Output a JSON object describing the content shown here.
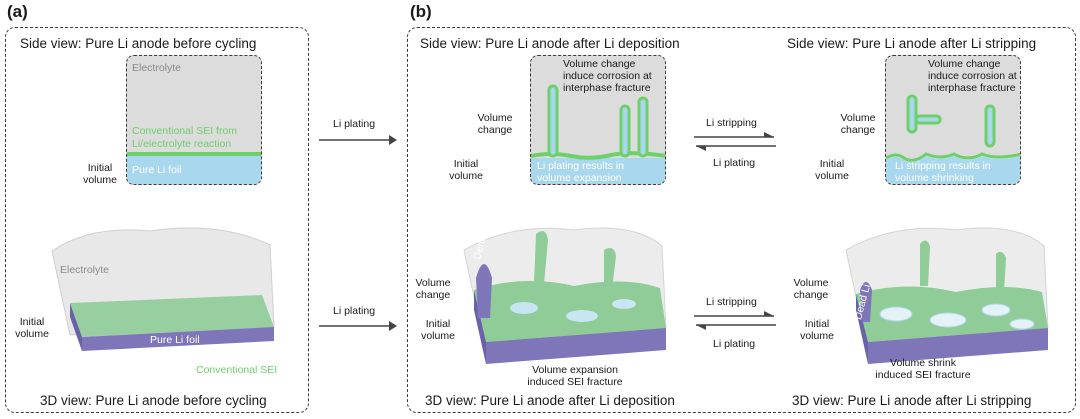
{
  "panel_a": {
    "letter": "(a)",
    "side_title": "Side view: Pure Li anode before cycling",
    "side_labels": {
      "electrolyte": "Electrolyte",
      "sei_line1": "Conventional SEI from",
      "sei_line2": "Li/electrolyte reaction",
      "foil": "Pure Li foil",
      "initial_line1": "Initial",
      "initial_line2": "volume"
    },
    "view3d_title": "3D view: Pure Li anode before cycling",
    "view3d_labels": {
      "electrolyte": "Electrolyte",
      "foil": "Pure Li foil",
      "sei": "Conventional SEI",
      "initial_line1": "Initial",
      "initial_line2": "volume"
    }
  },
  "arrow_plating": "Li plating",
  "panel_b": {
    "letter": "(b)",
    "dep_side_title": "Side view: Pure Li anode after Li deposition",
    "strip_side_title": "Side view: Pure Li anode after Li stripping",
    "dep_3d_title": "3D view: Pure Li anode after Li deposition",
    "strip_3d_title": "3D view: Pure Li anode after Li stripping",
    "volume_change_line1": "Volume",
    "volume_change_line2": "change",
    "initial_line1": "Initial",
    "initial_line2": "volume",
    "corrosion_line1": "Volume change",
    "corrosion_line2": "induce corrosion at",
    "corrosion_line3": "interphase fracture",
    "plating_result_line1": "Li plating results in",
    "plating_result_line2": "volume  expansion",
    "stripping_result_line1": "Li stripping results in",
    "stripping_result_line2": "volume  shrinking",
    "dendrite": "Dendrite",
    "dead_li": "Dead Li",
    "expansion_line1": "Volume expansion",
    "expansion_line2": "induced SEI fracture",
    "shrink_line1": "Volume shrink",
    "shrink_line2": "induced SEI fracture",
    "li_stripping": "Li stripping",
    "li_plating": "Li plating"
  },
  "colors": {
    "electrolyte": "#dcdcdc",
    "sei_green": "#6fcf6a",
    "li_blue": "#a9d8ee",
    "li_purple": "#7e76b8",
    "sei_3d": "#8fcc98"
  }
}
